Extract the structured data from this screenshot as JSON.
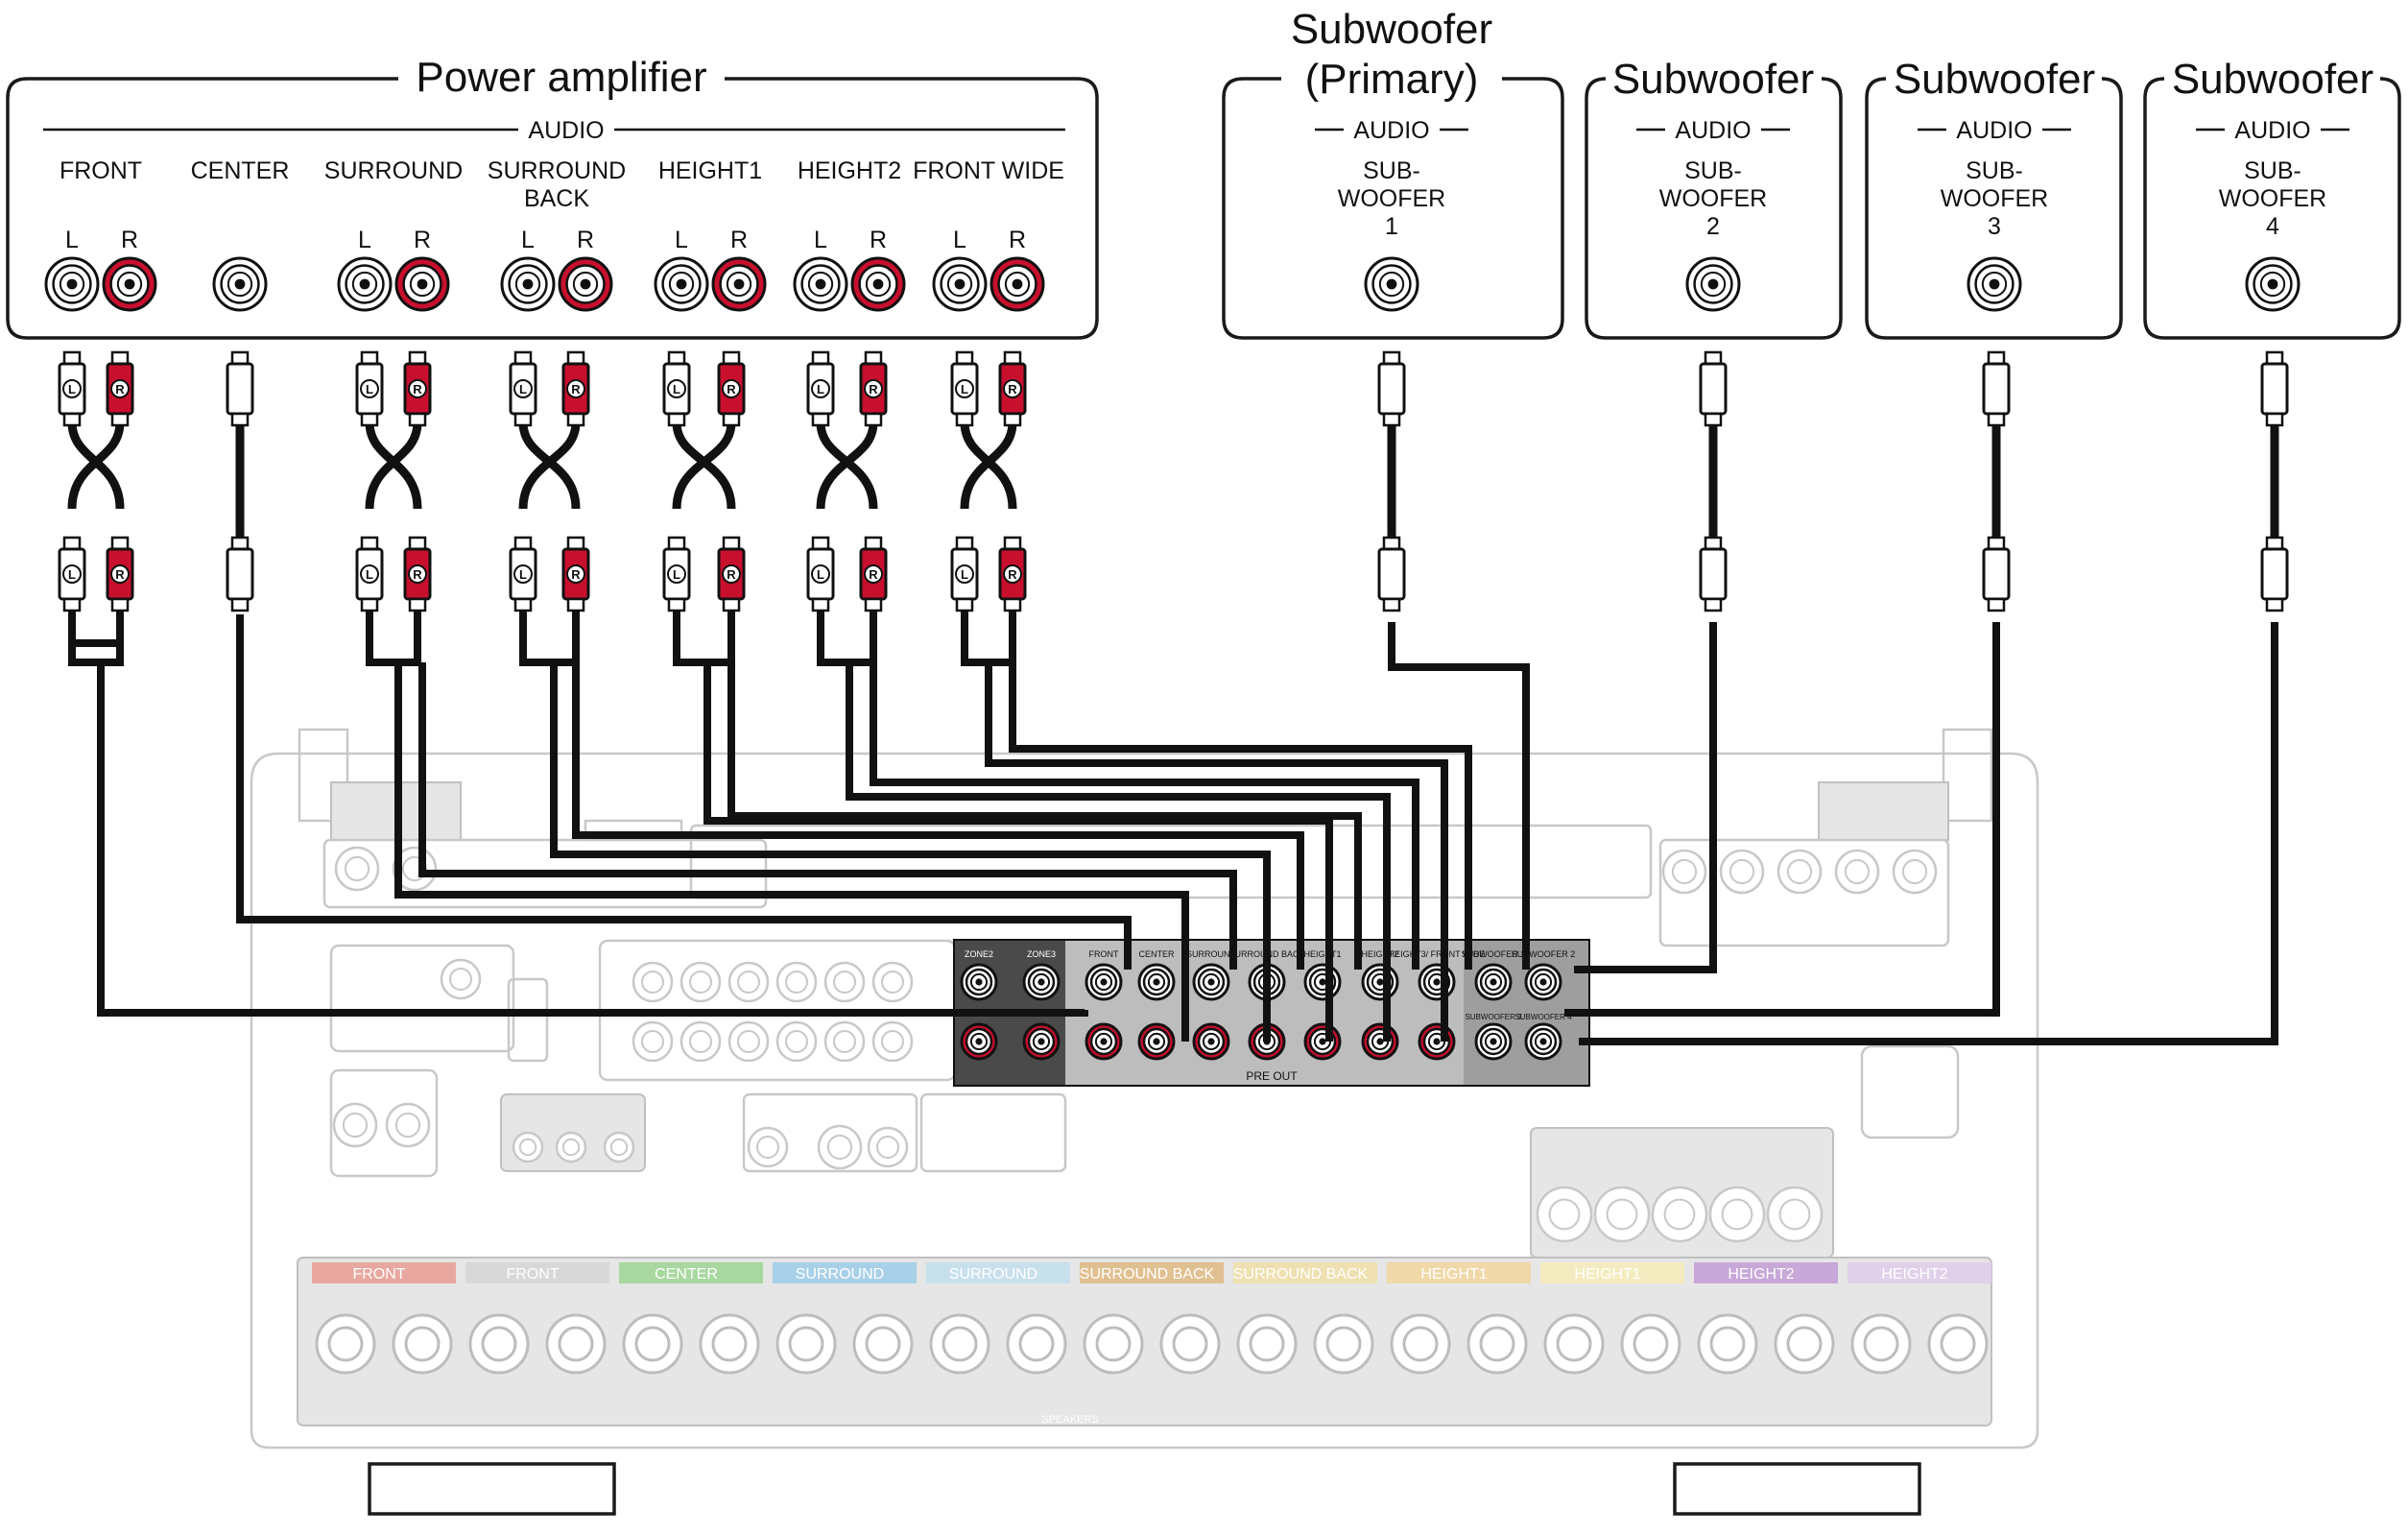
{
  "power_amplifier": {
    "title": "Power amplifier",
    "audio_label": "AUDIO",
    "channels": [
      {
        "name": "FRONT",
        "left": "L",
        "right": "R"
      },
      {
        "name": "CENTER"
      },
      {
        "name": "SURROUND",
        "left": "L",
        "right": "R"
      },
      {
        "name": "SURROUND",
        "name2": "BACK",
        "left": "L",
        "right": "R"
      },
      {
        "name": "HEIGHT1",
        "left": "L",
        "right": "R"
      },
      {
        "name": "HEIGHT2",
        "left": "L",
        "right": "R"
      },
      {
        "name": "FRONT WIDE",
        "left": "L",
        "right": "R"
      }
    ]
  },
  "subwoofers": [
    {
      "title": "Subwoofer",
      "title2": "(Primary)",
      "audio_label": "AUDIO",
      "jack": [
        "SUB-",
        "WOOFER",
        "1"
      ]
    },
    {
      "title": "Subwoofer",
      "audio_label": "AUDIO",
      "jack": [
        "SUB-",
        "WOOFER",
        "2"
      ]
    },
    {
      "title": "Subwoofer",
      "audio_label": "AUDIO",
      "jack": [
        "SUB-",
        "WOOFER",
        "3"
      ]
    },
    {
      "title": "Subwoofer",
      "audio_label": "AUDIO",
      "jack": [
        "SUB-",
        "WOOFER",
        "4"
      ]
    }
  ],
  "plug_labels": {
    "left": "L",
    "right": "R"
  },
  "receiver": {
    "pre_out_label": "PRE OUT",
    "pre_out_jacks": [
      "ZONE2",
      "ZONE3",
      "FRONT",
      "CENTER",
      "SURROUND",
      "SURROUND BACK",
      "HEIGHT1",
      "HEIGHT2",
      "HEIGHT3/ FRONT WIDE",
      "SUBWOOFER 1",
      "SUBWOOFER 2",
      "SUBWOOFER 3",
      "SUBWOOFER 4"
    ],
    "speaker_terminals": [
      "FRONT",
      "FRONT",
      "CENTER",
      "SURROUND",
      "SURROUND",
      "SURROUND BACK",
      "SURROUND BACK",
      "HEIGHT1",
      "HEIGHT1",
      "HEIGHT2",
      "HEIGHT2"
    ],
    "speakers_label": "SPEAKERS",
    "colors": {
      "red_jack": "#c8102e",
      "ghost": "#c8c8c8",
      "box_stroke": "#1a1a1a"
    }
  }
}
